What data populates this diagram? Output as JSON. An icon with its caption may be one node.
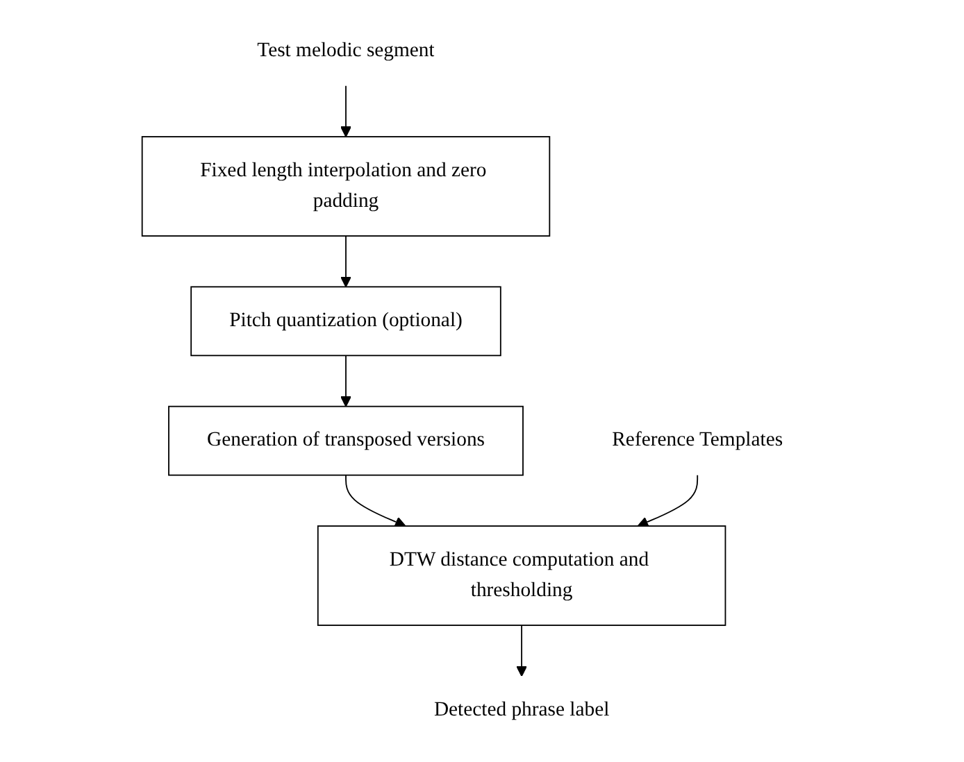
{
  "diagram": {
    "nodes": [
      {
        "text": [
          "Test melodic segment"
        ]
      },
      {
        "text": [
          "Fixed length interpolation and zero padding"
        ]
      },
      {
        "text": [
          "Pitch quantization (optional)"
        ]
      },
      {
        "text": [
          "Generation of transposed versions"
        ]
      },
      {
        "text": [
          "DTW distance computation and thresholding"
        ]
      },
      {
        "text": [
          "Reference Templates"
        ]
      },
      {
        "text": [
          "Detected phrase label"
        ]
      }
    ],
    "edges": [
      {
        "from": 0,
        "to": 1,
        "arrow": "to"
      },
      {
        "from": 1,
        "to": 2,
        "arrow": "to"
      },
      {
        "from": 2,
        "to": 3,
        "arrow": "to"
      },
      {
        "from": 3,
        "to": 4,
        "arrow": "to"
      },
      {
        "from": 5,
        "to": 4,
        "arrow": "to"
      },
      {
        "from": 4,
        "to": 6,
        "arrow": "to"
      }
    ]
  }
}
